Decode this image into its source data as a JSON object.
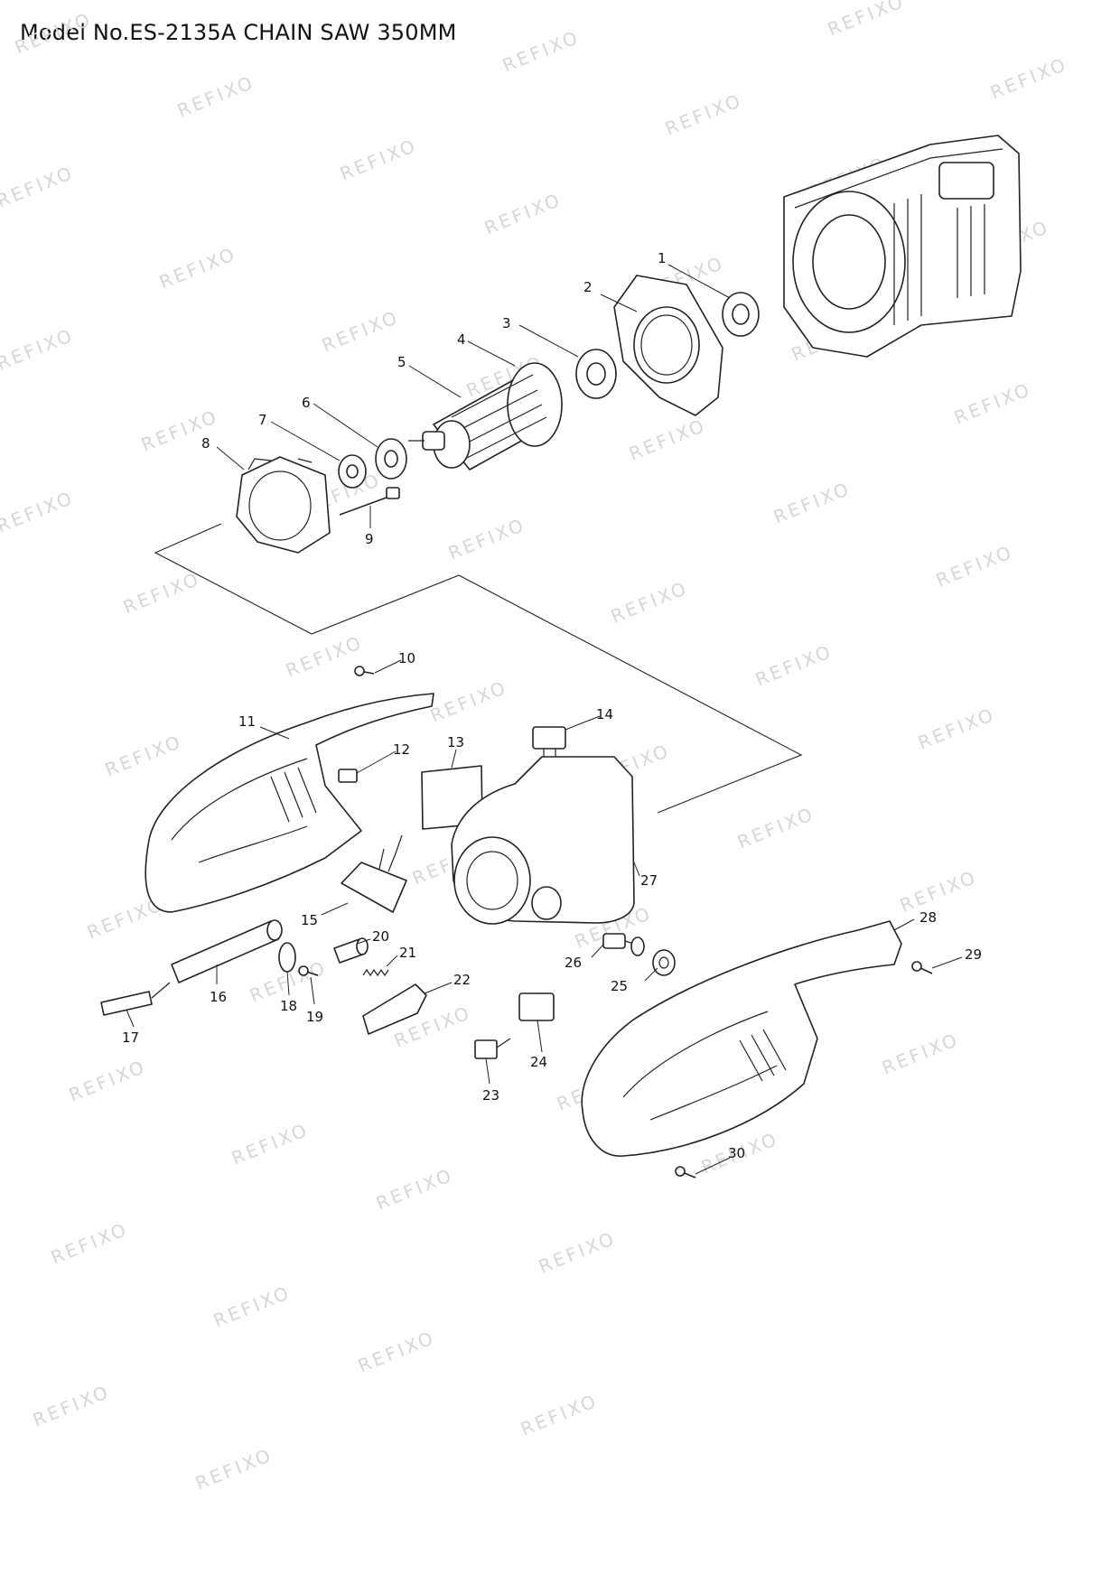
{
  "title": "Model No.ES-2135A CHAIN SAW 350MM",
  "watermark": "REFIXO",
  "part_numbers": [
    "1",
    "2",
    "3",
    "4",
    "5",
    "6",
    "7",
    "8",
    "9",
    "10",
    "11",
    "12",
    "13",
    "14",
    "15",
    "16",
    "17",
    "18",
    "19",
    "20",
    "21",
    "22",
    "23",
    "24",
    "25",
    "26",
    "27",
    "28",
    "29",
    "30"
  ]
}
